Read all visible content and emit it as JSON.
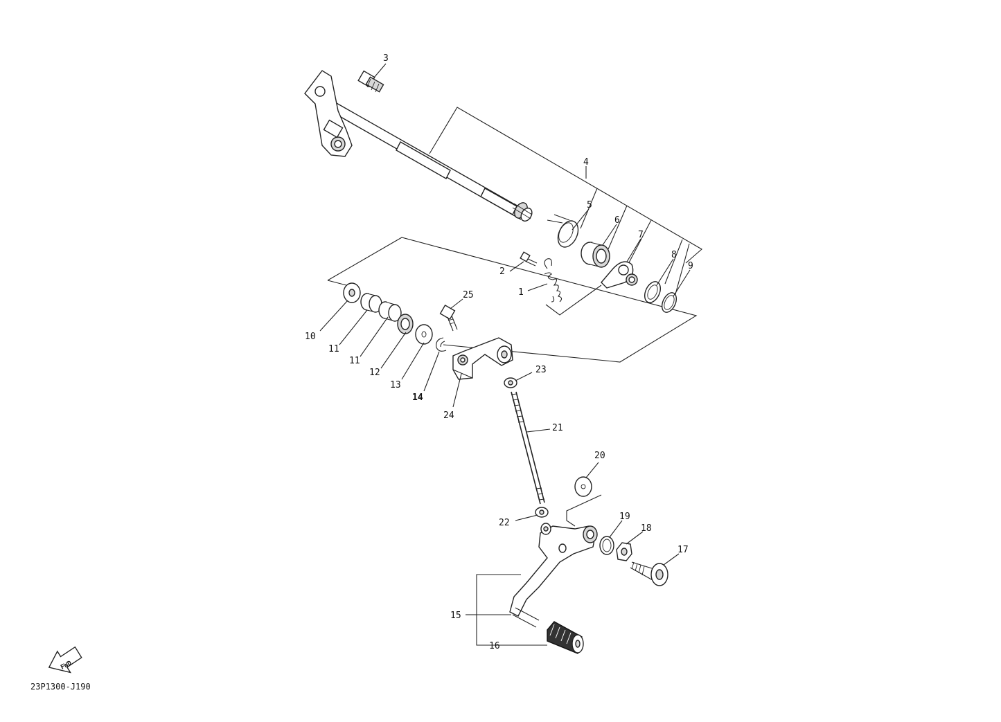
{
  "diagram_code": "23P1300-J190",
  "fwd_label": "FWD",
  "callouts": {
    "c1": "1",
    "c2": "2",
    "c3": "3",
    "c4": "4",
    "c5": "5",
    "c6": "6",
    "c7": "7",
    "c8": "8",
    "c9": "9",
    "c10": "10",
    "c11a": "11",
    "c11b": "11",
    "c12": "12",
    "c13": "13",
    "c14": "14",
    "c15": "15",
    "c16": "16",
    "c17": "17",
    "c18": "18",
    "c19": "19",
    "c20": "20",
    "c21": "21",
    "c22": "22",
    "c23": "23",
    "c24": "24",
    "c25": "25"
  }
}
